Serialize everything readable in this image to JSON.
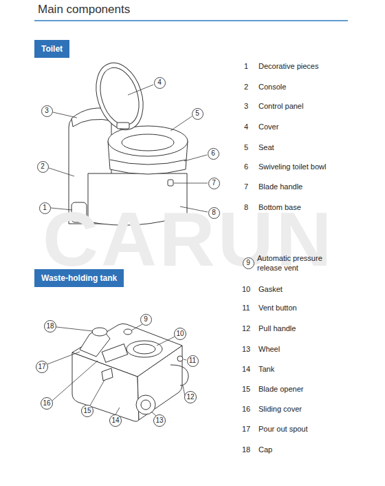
{
  "diagram": {
    "title": "Main components",
    "nodes": [
      {
        "text": [
          "Toilet"
        ]
      },
      {
        "text": [
          "4"
        ]
      },
      {
        "text": [
          "3"
        ]
      },
      {
        "text": [
          "5"
        ]
      },
      {
        "text": [
          "6"
        ]
      },
      {
        "text": [
          "2"
        ]
      },
      {
        "text": [
          "7"
        ]
      },
      {
        "text": [
          "1"
        ]
      },
      {
        "text": [
          "8"
        ]
      },
      {
        "text": [
          "9"
        ]
      },
      {
        "text": [
          "Waste-holding tank"
        ]
      },
      {
        "text": [
          "9"
        ]
      },
      {
        "text": [
          "18"
        ]
      },
      {
        "text": [
          "10"
        ]
      },
      {
        "text": [
          "11"
        ]
      },
      {
        "text": [
          "17"
        ]
      },
      {
        "text": [
          "12"
        ]
      },
      {
        "text": [
          "16"
        ]
      },
      {
        "text": [
          "15"
        ]
      },
      {
        "text": [
          "14"
        ]
      },
      {
        "text": [
          "13"
        ]
      }
    ],
    "labels": [
      "1",
      "Decorative pieces",
      "2",
      "Console",
      "3",
      "Control panel",
      "4",
      "Cover",
      "5",
      "Seat",
      "6",
      "Swiveling toilet bowl",
      "7",
      "Blade handle",
      "8",
      "Bottom base",
      "Automatic pressure release vent",
      "10",
      "Gasket",
      "11",
      "Vent button",
      "12",
      "Pull handle",
      "13",
      "Wheel",
      "14",
      "Tank",
      "15",
      "Blade opener",
      "16",
      "Sliding cover",
      "17",
      "Pour out spout",
      "18",
      "Cap",
      "CARUN"
    ]
  }
}
